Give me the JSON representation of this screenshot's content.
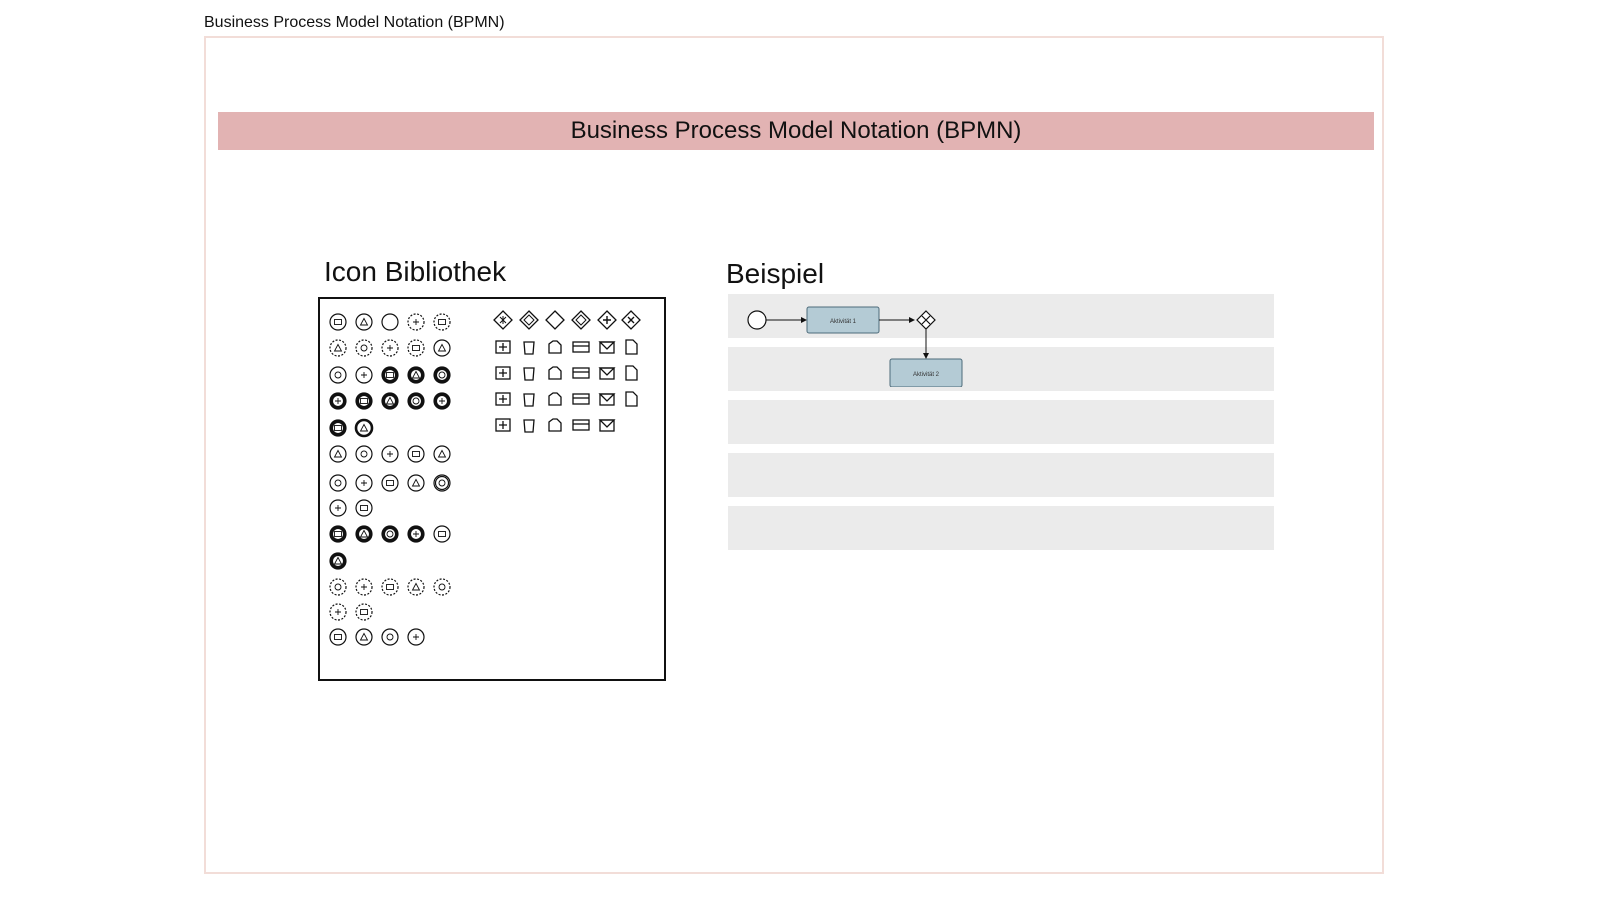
{
  "window": {
    "title": "Business Process Model Notation (BPMN)"
  },
  "banner": {
    "title": "Business Process Model Notation (BPMN)"
  },
  "library": {
    "heading": "Icon Bibliothek"
  },
  "example": {
    "heading": "Beispiel",
    "tasks": [
      {
        "label": "Aktivität 1"
      },
      {
        "label": "Aktivität 2"
      }
    ],
    "lane_count": 5
  },
  "colors": {
    "banner": "#e2b3b3",
    "frame_border": "#f2ddd8",
    "lane": "#ebebeb",
    "task_fill": "#b4cbd5",
    "task_stroke": "#4d6b7a"
  }
}
